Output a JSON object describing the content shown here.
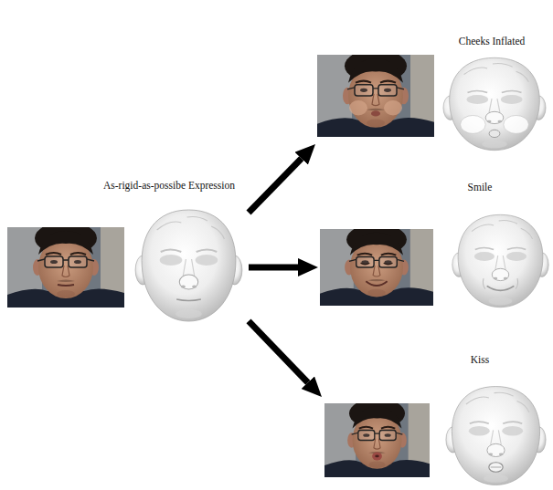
{
  "diagram": {
    "nodes": [
      {
        "text": [
          "As-rigid-as-possibe Expression"
        ]
      },
      {
        "text": [
          "Cheeks Inflated"
        ]
      },
      {
        "text": [
          "Smile"
        ]
      },
      {
        "text": [
          "Kiss"
        ]
      }
    ],
    "edges": [
      {
        "from": 0,
        "to": 1,
        "arrow": "to"
      },
      {
        "from": 0,
        "to": 2,
        "arrow": "to"
      },
      {
        "from": 0,
        "to": 3,
        "arrow": "to"
      }
    ]
  }
}
